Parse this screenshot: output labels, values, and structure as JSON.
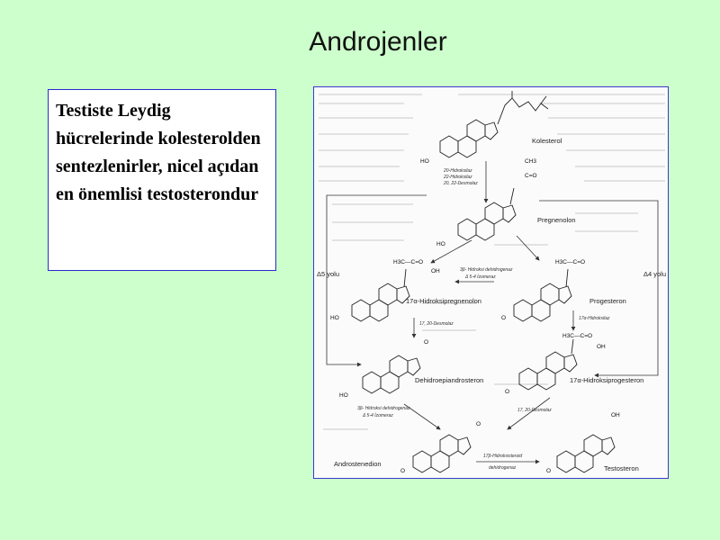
{
  "slide": {
    "title": "Androjenler",
    "body_text": "Testiste Leydig hücrelerinde kolesterolden sentezlenirler, nicel açıdan en önemlisi testosterondur"
  },
  "figure": {
    "compounds": {
      "kolesterol": "Kolesterol",
      "pregnenolon": "Pregnenolon",
      "hidroksipregnenolon": "17α-Hidroksipregnenolon",
      "progesteron": "Progesteron",
      "dehidroepiandrosteron": "Dehidroepiandrosteron",
      "hidroksiprogesteron": "17α-Hidroksiprogesteron",
      "androstenedion": "Androstenedion",
      "testosteron": "Testosteron"
    },
    "enzymes": {
      "e1_line1": "20-Hidroksilaz",
      "e1_line2": "22-Hidroksilaz",
      "e1_line3": "20, 22-Desmolaz",
      "e2_line1": "3β- Hidroksi dehidrogenaz",
      "e2_line2": "Δ 5-4 İzomeraz",
      "e3": "17, 20-Desmolaz",
      "e4": "17α-Hidroksilaz",
      "e5_line1": "3β- Hidroksi dehidrogenaz",
      "e5_line2": "Δ 5-4 İzomeraz",
      "e6": "17, 20-Desmolaz",
      "e7_line1": "17β-Hidroksisteroid",
      "e7_line2": "dehidrogenaz"
    },
    "pathways": {
      "left": "Δ5 yolu",
      "right": "Δ4 yolu"
    },
    "atoms": {
      "ho": "HO",
      "o": "O",
      "oh": "OH",
      "ch3": "CH3",
      "co": "C=O",
      "h3c_co": "H3C—C=O"
    }
  }
}
